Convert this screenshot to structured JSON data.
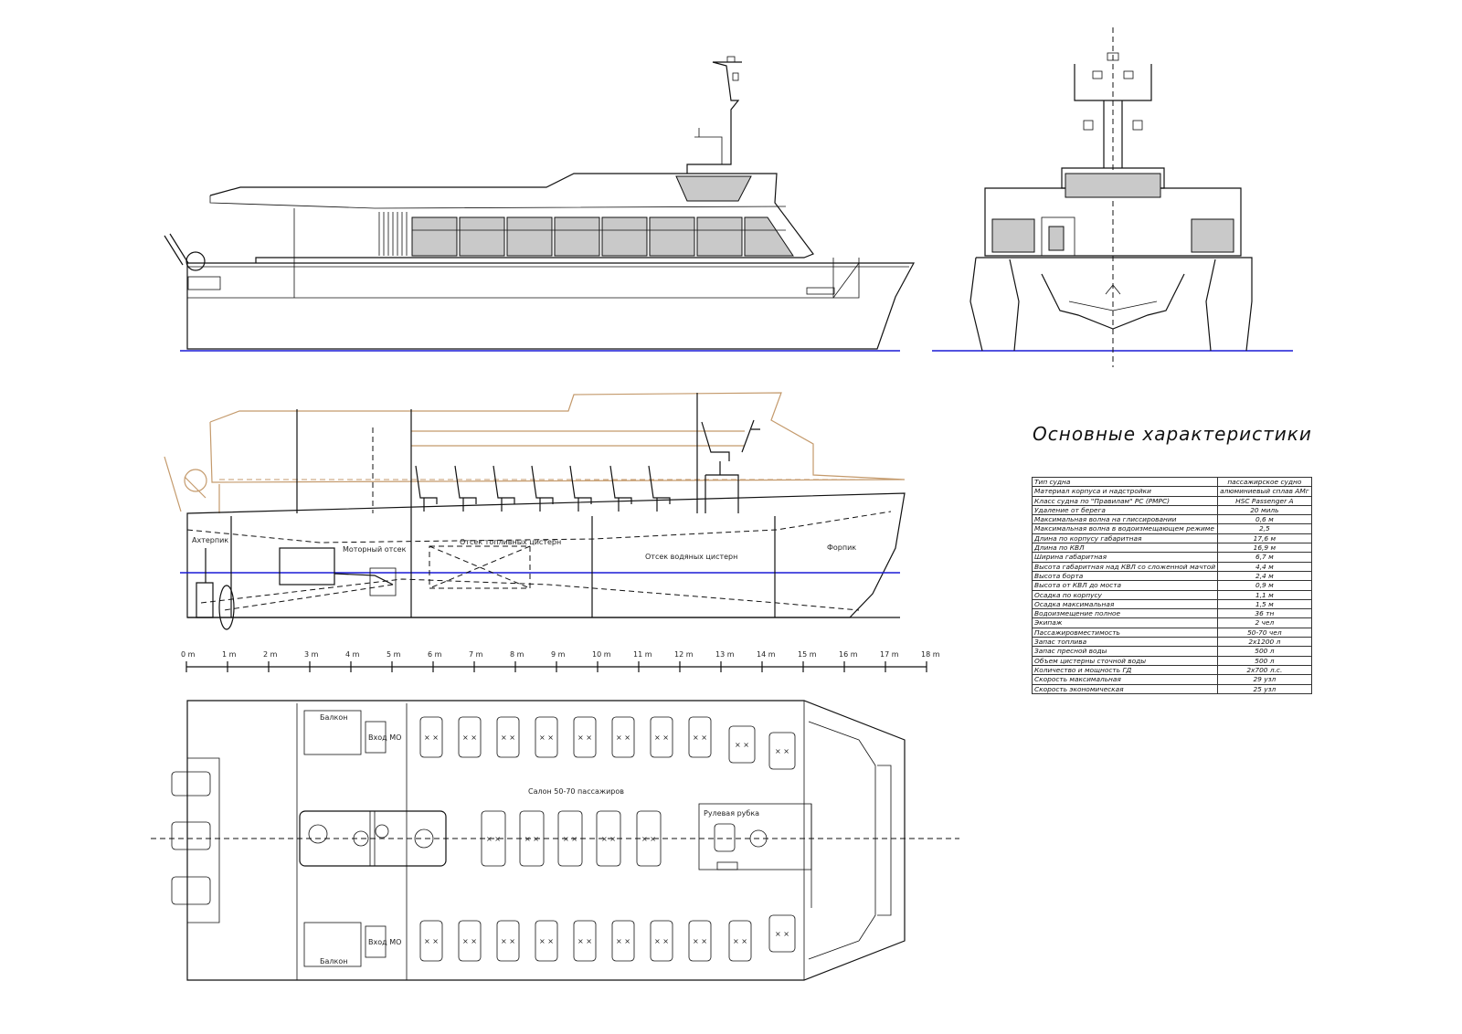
{
  "title": "Основные характеристики",
  "labels": {
    "akhterpik": "Ахтерпик",
    "engine_room": "Моторный отсек",
    "fuel_tanks": "Отсек топливных цистерн",
    "water_tanks": "Отсек водяных цистерн",
    "forepeak": "Форпик",
    "salon": "Салон 50-70 пассажиров",
    "wheelhouse": "Рулевая рубка",
    "balcony_top": "Балкон",
    "balcony_bottom": "Балкон",
    "mo_entry_top": "Вход МО",
    "mo_entry_bottom": "Вход МО"
  },
  "scale": {
    "ticks": [
      "0 m",
      "1 m",
      "2 m",
      "3 m",
      "4 m",
      "5 m",
      "6 m",
      "7 m",
      "8 m",
      "9 m",
      "10 m",
      "11 m",
      "12 m",
      "13 m",
      "14 m",
      "15 m",
      "16 m",
      "17 m",
      "18 m"
    ]
  },
  "specs": [
    {
      "k": "Тип судна",
      "v": "пассажирское судно"
    },
    {
      "k": "Материал корпуса и надстройки",
      "v": "алюминиевый сплав АМг"
    },
    {
      "k": "Класс судна по \"Правилам\" РС (РМРС)",
      "v": "HSC Passenger A"
    },
    {
      "k": "Удаление от берега",
      "v": "20 миль"
    },
    {
      "k": "Максимальная волна на глиссировании",
      "v": "0,6 м"
    },
    {
      "k": "Максимальная волна в водоизмещающем режиме",
      "v": "2,5"
    },
    {
      "k": "Длина по корпусу габаритная",
      "v": "17,6 м"
    },
    {
      "k": "Длина по КВЛ",
      "v": "16,9 м"
    },
    {
      "k": "Ширина габаритная",
      "v": "6,7 м"
    },
    {
      "k": "Высота габаритная над КВЛ со сложенной мачтой",
      "v": "4,4 м"
    },
    {
      "k": "Высота борта",
      "v": "2,4 м"
    },
    {
      "k": "Высота от КВЛ до моста",
      "v": "0,9 м"
    },
    {
      "k": "Осадка по корпусу",
      "v": "1,1 м"
    },
    {
      "k": "Осадка максимальная",
      "v": "1,5 м"
    },
    {
      "k": "Водоизмещение полное",
      "v": "36 тн"
    },
    {
      "k": "Экипаж",
      "v": "2 чел"
    },
    {
      "k": "Пассажировместимость",
      "v": "50-70 чел"
    },
    {
      "k": "Запас топлива",
      "v": "2х1200 л"
    },
    {
      "k": "Запас пресной воды",
      "v": "500 л"
    },
    {
      "k": "Объем цистерны сточной воды",
      "v": "500 л"
    },
    {
      "k": "Количество и мощность ГД",
      "v": "2х700 л.с."
    },
    {
      "k": "Скорость максимальная",
      "v": "29 узл"
    },
    {
      "k": "Скорость экономическая",
      "v": "25 узл"
    }
  ]
}
